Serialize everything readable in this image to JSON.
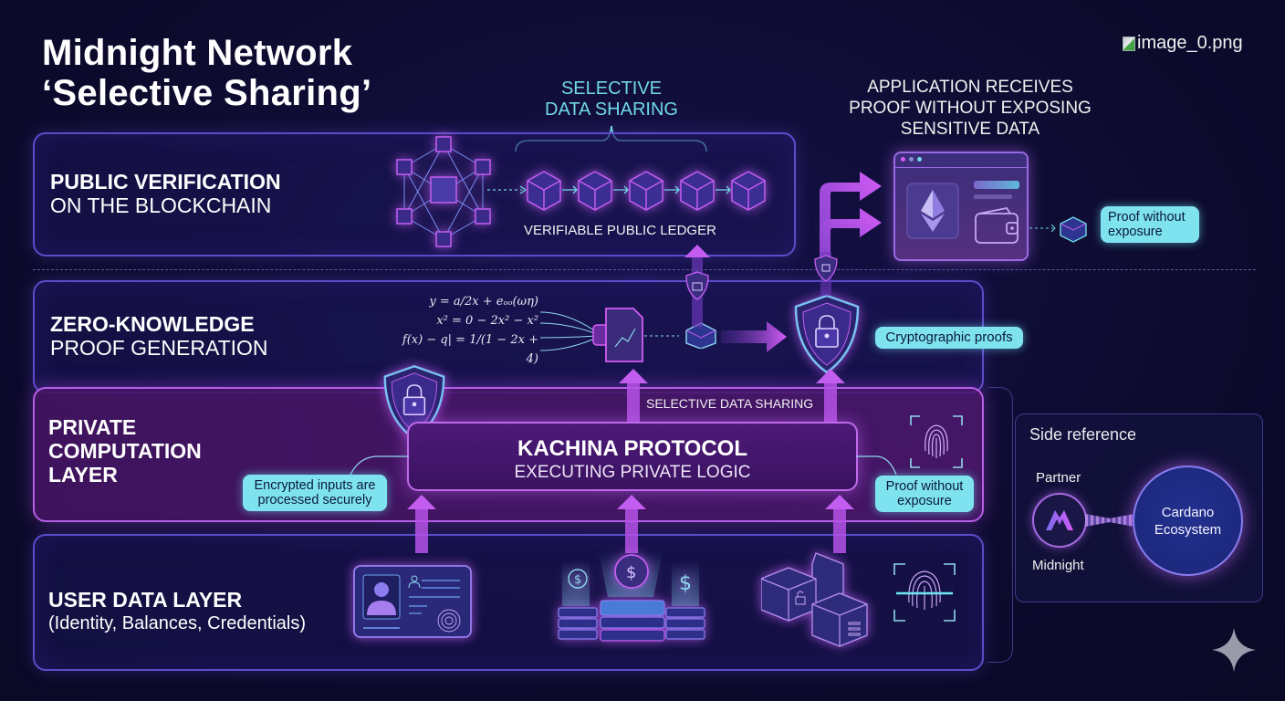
{
  "header": {
    "title_line1": "Midnight Network",
    "title_line2": "‘Selective Sharing’",
    "broken_image_alt": "image_0.png"
  },
  "captions": {
    "selective_top": [
      "SELECTIVE",
      "DATA SHARING"
    ],
    "application_receives": [
      "APPLICATION RECEIVES",
      "PROOF WITHOUT EXPOSING",
      "SENSITIVE DATA"
    ],
    "verifiable_ledger": "VERIFIABLE PUBLIC LEDGER",
    "selective_middle": "SELECTIVE DATA SHARING"
  },
  "layers": [
    {
      "id": "public",
      "title_bold": "PUBLIC VERIFICATION",
      "title_regular": "ON THE BLOCKCHAIN"
    },
    {
      "id": "zk",
      "title_bold": "ZERO-KNOWLEDGE",
      "title_regular": "PROOF GENERATION"
    },
    {
      "id": "private",
      "title_bold_lines": [
        "PRIVATE",
        "COMPUTATION",
        "LAYER"
      ]
    },
    {
      "id": "user",
      "title_bold": "USER DATA LAYER",
      "title_regular": "(Identity, Balances, Credentials)"
    }
  ],
  "kachina": {
    "title": "KACHINA PROTOCOL",
    "subtitle": "EXECUTING PRIVATE LOGIC"
  },
  "pills": {
    "proof_without_exposure_top": [
      "Proof without",
      "exposure"
    ],
    "cryptographic_proofs": "Cryptographic proofs",
    "encrypted_inputs": [
      "Encrypted inputs are",
      "processed securely"
    ],
    "proof_without_exposure_mid": [
      "Proof without",
      "exposure"
    ]
  },
  "equations": [
    "y = a/2x + eₒₒ(ωη)",
    "x² = 0 − 2x² − x²",
    "f(x) − q| = 1/(1 − 2x + 4)"
  ],
  "side_reference": {
    "title": "Side reference",
    "partner_label": "Partner",
    "midnight_label": "Midnight",
    "cardano_label": [
      "Cardano",
      "Ecosystem"
    ]
  },
  "icons": {
    "network": "blockchain-network-icon",
    "chain_blocks": 5,
    "shield": "shield-lock-icon",
    "ethereum": "ethereum-icon",
    "wallet": "wallet-icon",
    "id_card": "id-card-icon",
    "coins": "coin-stack-icon",
    "locked_boxes": "locked-box-icon",
    "fingerprint": "fingerprint-icon",
    "sparkle": "sparkle-icon"
  },
  "colors": {
    "background": "#0d0b2e",
    "accent_purple": "#c35df0",
    "accent_cyan": "#7fe3ef",
    "layer_border": "#5b4cc9"
  }
}
